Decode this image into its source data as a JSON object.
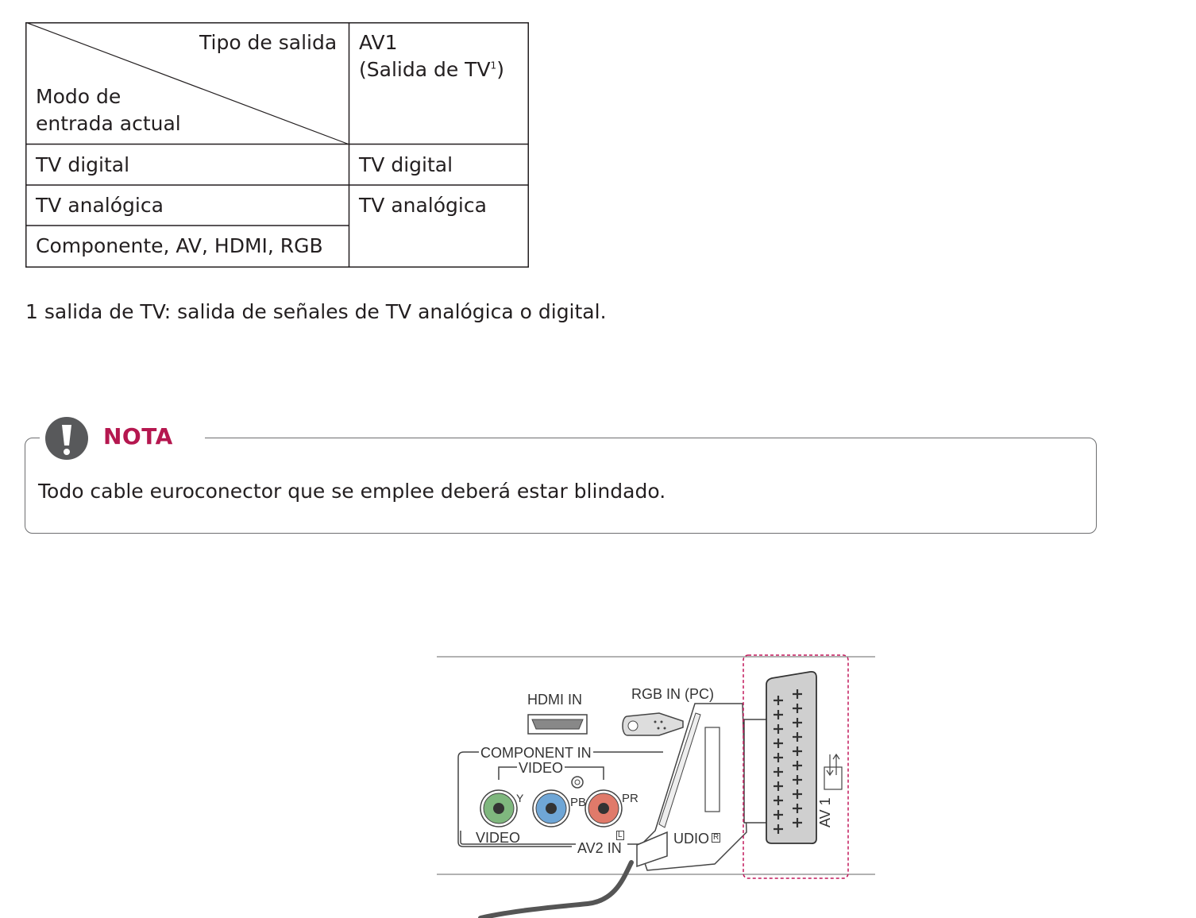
{
  "table": {
    "header_output": "Tipo de salida",
    "header_input_line1": "Modo de",
    "header_input_line2": "entrada actual",
    "header_av1_line1": "AV1",
    "header_av1_line2": "(Salida de TV",
    "header_av1_sup": "1",
    "header_av1_close": ")",
    "rows": [
      {
        "input": "TV digital",
        "output": "TV digital"
      },
      {
        "input": "TV analógica",
        "output": "TV analógica"
      },
      {
        "input": "Componente, AV, HDMI, RGB",
        "output": ""
      }
    ]
  },
  "footnote": "1 salida de TV: salida de señales de TV analógica o digital.",
  "note": {
    "title": "NOTA",
    "text": "Todo cable euroconector que se emplee deberá estar blindado.",
    "colors": {
      "title": "#b5174f",
      "icon": "#58595b"
    }
  },
  "diagram": {
    "hdmi_in": "HDMI IN",
    "rgb_in": "RGB IN (PC)",
    "component_in": "COMPONENT IN",
    "video_top": "VIDEO",
    "y": "Y",
    "pb": "PB",
    "pr": "PR",
    "video_bottom": "VIDEO",
    "av2_in": "AV2 IN",
    "audio": "UDIO",
    "l_mark": "L",
    "r_mark": "R",
    "av1": "AV 1",
    "colors": {
      "green": "#7fb77e",
      "blue": "#6fa6d6",
      "red": "#e07a6a",
      "highlight": "#c2185b"
    }
  }
}
